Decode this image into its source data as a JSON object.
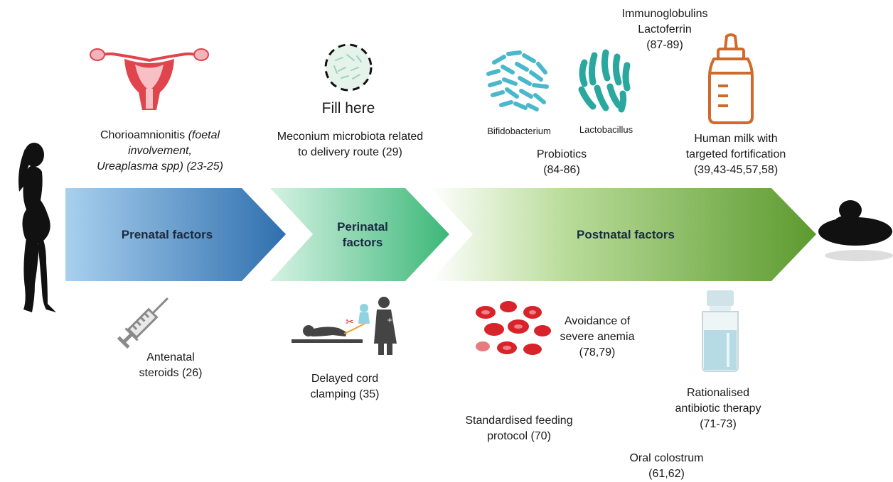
{
  "arrows": {
    "prenatal": "Prenatal factors",
    "perinatal_line1": "Perinatal",
    "perinatal_line2": "factors",
    "postnatal": "Postnatal factors"
  },
  "top": {
    "chorio_line1": "Chorioamnionitis",
    "chorio_line1_italic": "(foetal",
    "chorio_line2": "involvement,",
    "chorio_line3": "Ureaplasma spp) (23-25)",
    "fill_here": "Fill here",
    "meconium_line1": "Meconium microbiota related",
    "meconium_line2": "to delivery route (29)",
    "bifido": "Bifidobacterium",
    "lacto": "Lactobacillus",
    "probiotics_line1": "Probiotics",
    "probiotics_line2": "(84-86)",
    "immuno_line1": "Immunoglobulins",
    "immuno_line2": "Lactoferrin",
    "immuno_line3": "(87-89)",
    "milk_line1": "Human milk with",
    "milk_line2": "targeted fortification",
    "milk_line3": "(39,43-45,57,58)"
  },
  "bottom": {
    "steroids_line1": "Antenatal",
    "steroids_line2": "steroids (26)",
    "cord_line1": "Delayed cord",
    "cord_line2": "clamping (35)",
    "anemia_line1": "Avoidance of",
    "anemia_line2": "severe anemia",
    "anemia_line3": "(78,79)",
    "feeding_line1": "Standardised feeding",
    "feeding_line2": "protocol  (70)",
    "antibiotic_line1": "Rationalised",
    "antibiotic_line2": "antibiotic therapy",
    "antibiotic_line3": "(71-73)",
    "colostrum_line1": "Oral colostrum",
    "colostrum_line2": "(61,62)"
  },
  "colors": {
    "prenatal_start": "#a9d0ee",
    "prenatal_end": "#2f6fae",
    "perinatal_start": "#d6f2e4",
    "perinatal_end": "#3cb878",
    "postnatal_start": "#ffffff",
    "postnatal_end": "#5c9a2e",
    "uterus": "#e0444c",
    "bacteria_blue": "#4ab8cc",
    "bacteria_teal": "#2aa8a0",
    "bottle": "#d06a2a",
    "blood": "#d8232a"
  }
}
